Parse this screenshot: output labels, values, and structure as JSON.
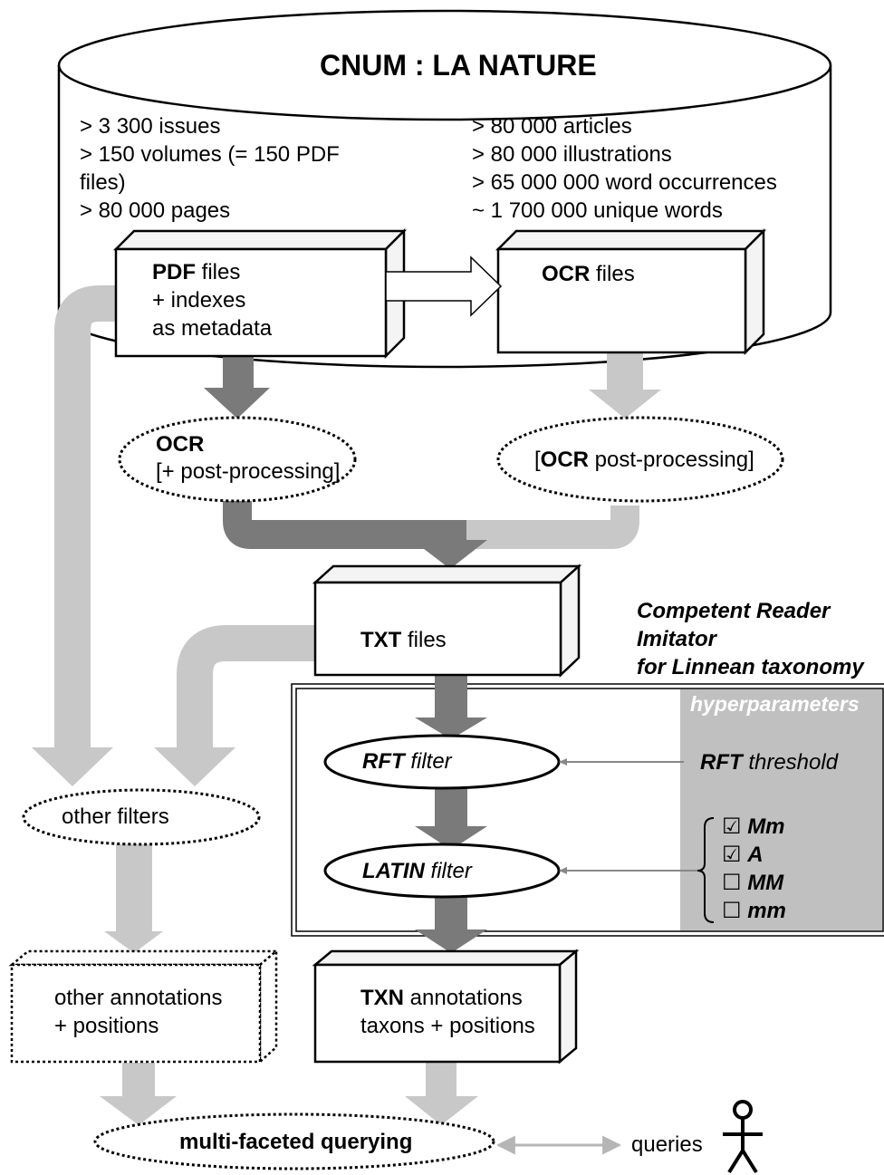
{
  "database": {
    "title": "CNUM : LA NATURE",
    "stats_left": [
      "> 3 300 issues",
      "> 150 volumes (= 150 PDF",
      "files)",
      "> 80 000 pages"
    ],
    "stats_right": [
      "> 80 000 articles",
      "> 80 000 illustrations",
      "> 65 000 000 word occurrences",
      "~ 1 700 000 unique words"
    ]
  },
  "boxes": {
    "pdf": {
      "bold": "PDF",
      "rest": " files",
      "line2": "+ indexes",
      "line3": "as metadata"
    },
    "ocr_files": {
      "bold": "OCR",
      "rest": " files"
    },
    "txt": {
      "bold": "TXT",
      "rest": " files"
    },
    "txn": {
      "bold": "TXN",
      "rest": " annotations",
      "line2": "taxons + positions"
    },
    "other_annotations": {
      "line1": "other annotations",
      "line2": "+ positions"
    }
  },
  "processes": {
    "ocr": {
      "bold": "OCR",
      "line2": "[+ post-processing]"
    },
    "ocr_post": {
      "open": "[",
      "bold": "OCR",
      "rest": " post-processing]"
    },
    "other_filters": "other filters",
    "rft": {
      "bold": "RFT",
      "rest": " filter"
    },
    "latin": {
      "bold": "LATIN",
      "rest": " filter"
    },
    "querying": "multi-faceted querying"
  },
  "cri": {
    "line1": "Competent Reader",
    "line2": "Imitator",
    "line3": "for Linnean taxonomy"
  },
  "hyperparameters": {
    "title": "hyperparameters",
    "rft_threshold": {
      "bold": "RFT",
      "rest": " threshold"
    },
    "options": [
      {
        "mark": "☑",
        "label": "Mm"
      },
      {
        "mark": "☑",
        "label": "A"
      },
      {
        "mark": "☐",
        "label": "MM"
      },
      {
        "mark": "☐",
        "label": "mm"
      }
    ]
  },
  "queries_label": "queries",
  "colors": {
    "dark_arrow": "#7a7a7a",
    "light_arrow": "#c8c8c8",
    "panel": "#c0c0c0",
    "box_side": "#f4f4f4"
  }
}
